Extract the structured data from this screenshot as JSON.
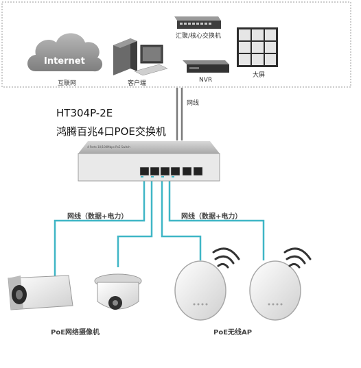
{
  "top_group": {
    "internet_cloud_text": "Internet",
    "internet_label": "互联网",
    "client_label": "客户端",
    "core_switch_label": "汇聚/核心交换机",
    "nvr_label": "NVR",
    "screen_label": "大屏"
  },
  "uplink_label": "网线",
  "switch": {
    "model": "HT304P-2E",
    "description": "鸿腾百兆4口POE交换机",
    "faceplate_text": "4 Ports 10/100Mbps PoE Switch"
  },
  "poe_cable_left_label": "网线（数据+电力）",
  "poe_cable_right_label": "网线（数据+电力）",
  "devices": {
    "camera_label": "PoE网络摄像机",
    "ap_label": "PoE无线AP"
  },
  "colors": {
    "poe_cable": "#3fb6c6",
    "uplink_cable": "#7a7a7a",
    "frame_border": "#9a9a9a"
  }
}
